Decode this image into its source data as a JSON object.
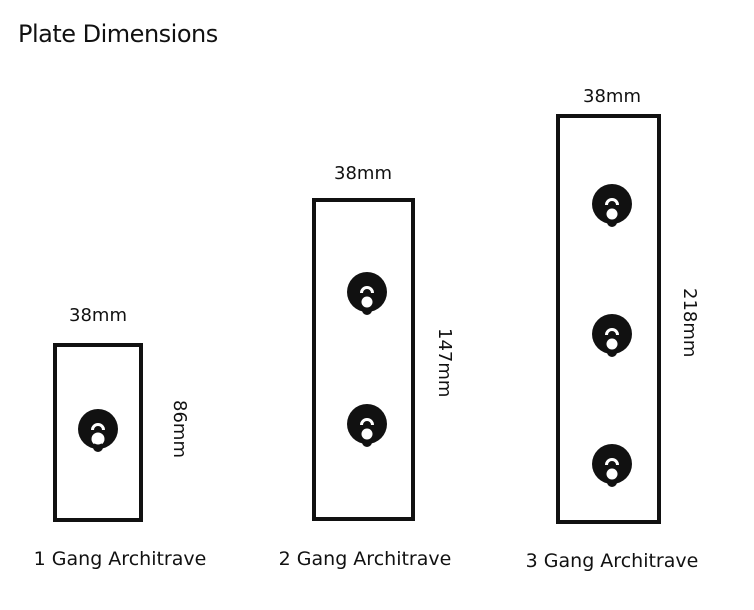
{
  "title": "Plate Dimensions",
  "plates": [
    {
      "width": "38mm",
      "height": "86mm",
      "label": "1 Gang Architrave",
      "switches": 1
    },
    {
      "width": "38mm",
      "height": "147mm",
      "label": "2 Gang Architrave",
      "switches": 2
    },
    {
      "width": "38mm",
      "height": "218mm",
      "label": "3 Gang Architrave",
      "switches": 3
    }
  ]
}
